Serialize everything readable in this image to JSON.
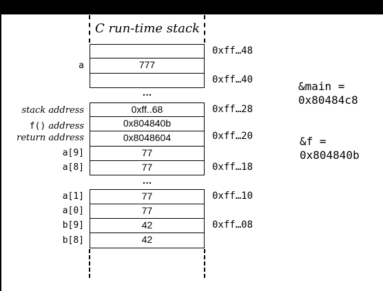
{
  "title": "C run-time stack",
  "cells": [
    {
      "label": "",
      "value": "",
      "address": "0xff…48"
    },
    {
      "label": "a",
      "value": "777",
      "address": ""
    },
    {
      "label": "",
      "value": "",
      "address": "0xff…40"
    },
    {
      "label": "stack address",
      "value": "0xff..68",
      "address": "0xff…28"
    },
    {
      "label_code": "f()",
      "label_text": " address",
      "value": "0x804840b",
      "address": ""
    },
    {
      "label": "return address",
      "value": "0x8048604",
      "address": "0xff…20"
    },
    {
      "label": "a[9]",
      "value": "77",
      "address": ""
    },
    {
      "label": "a[8]",
      "value": "77",
      "address": "0xff…18"
    },
    {
      "label": "a[1]",
      "value": "77",
      "address": "0xff…10"
    },
    {
      "label": "a[0]",
      "value": "77",
      "address": ""
    },
    {
      "label": "b[9]",
      "value": "42",
      "address": "0xff…08"
    },
    {
      "label": "b[8]",
      "value": "42",
      "address": ""
    }
  ],
  "ellipsis": "…",
  "notes": {
    "main_label": "&main =",
    "main_value": "0x80484c8",
    "f_label": "&f =",
    "f_value": "0x804840b"
  }
}
